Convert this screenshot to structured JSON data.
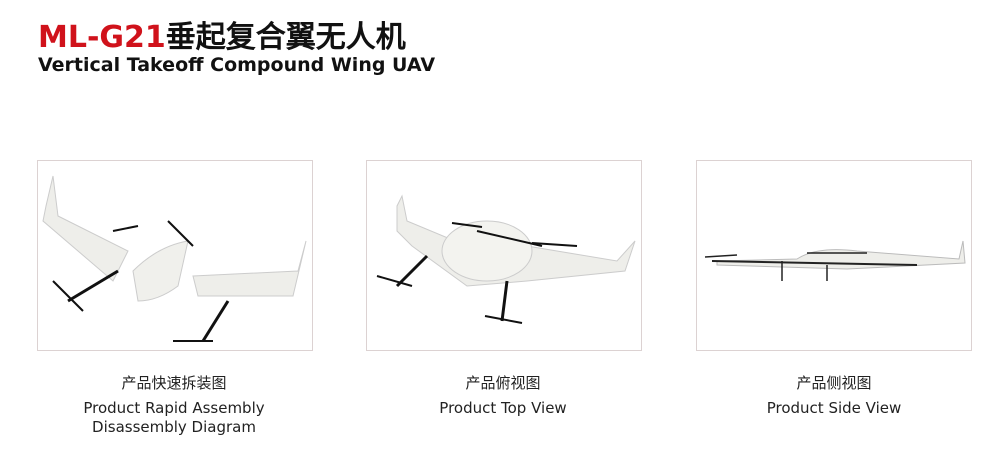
{
  "header": {
    "model": "ML-G21",
    "title_cn": "垂起复合翼无人机",
    "title_en": "Vertical Takeoff Compound Wing UAV"
  },
  "views": [
    {
      "cn": "产品快速拆装图",
      "en_line1": "Product Rapid Assembly",
      "en_line2": "Disassembly Diagram"
    },
    {
      "cn": "产品俯视图",
      "en_line1": "Product Top View"
    },
    {
      "cn": "产品侧视图",
      "en_line1": "Product Side View"
    }
  ]
}
